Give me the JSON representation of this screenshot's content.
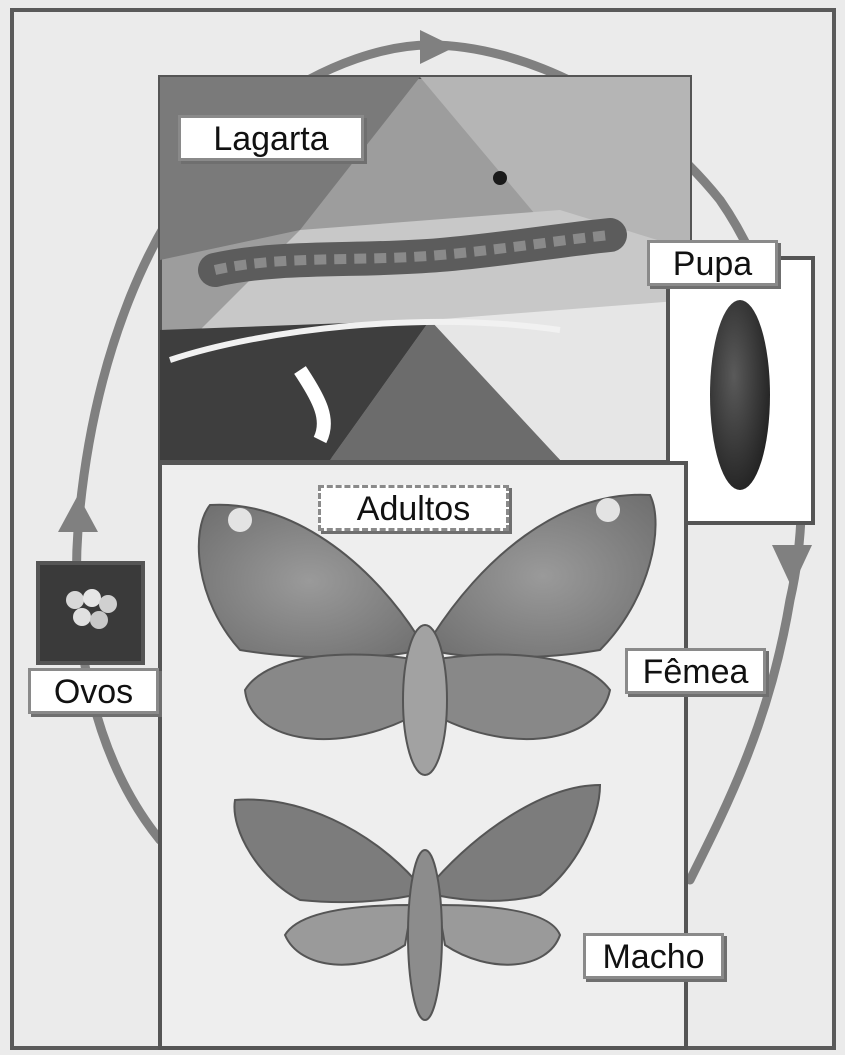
{
  "labels": {
    "lagarta": "Lagarta",
    "pupa": "Pupa",
    "adultos": "Adultos",
    "femea": "Fêmea",
    "ovos": "Ovos",
    "macho": "Macho"
  },
  "colors": {
    "cycle_arrow": "#808080",
    "frame": "#5a5a5a",
    "background": "#ebebeb"
  }
}
